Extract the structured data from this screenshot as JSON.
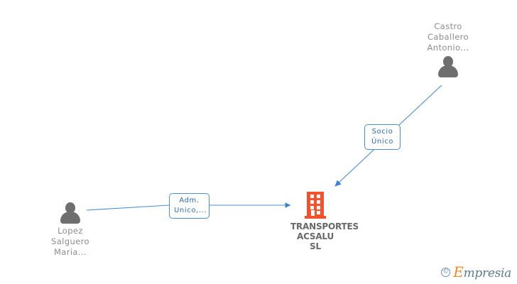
{
  "diagram": {
    "type": "corporate-relationship-graph",
    "background_color": "#ffffff",
    "company_color": "#f4512c",
    "person_color": "#6e6e6e",
    "edge_color": "#4a8fd4",
    "label_text_color": "#2b6cb8"
  },
  "nodes": {
    "company": {
      "id": "transportes-acsalu-sl",
      "label": "TRANSPORTES\nACSALU SL",
      "icon": "building-icon"
    },
    "person_left": {
      "id": "lopez-salguero-maria",
      "label": "Lopez\nSalguero\nMaria...",
      "icon": "person-icon"
    },
    "person_top_right": {
      "id": "castro-caballero-antonio",
      "label": "Castro\nCaballero\nAntonio...",
      "icon": "person-icon"
    }
  },
  "edges": [
    {
      "id": "edge-adm-unico",
      "from": "lopez-salguero-maria",
      "to": "transportes-acsalu-sl",
      "label": "Adm.\nUnico,..."
    },
    {
      "id": "edge-socio-unico",
      "from": "castro-caballero-antonio",
      "to": "transportes-acsalu-sl",
      "label": "Socio\nÚnico"
    }
  ],
  "watermark": {
    "copyright": "©",
    "brand_initial": "E",
    "brand_rest": "mpresia"
  }
}
